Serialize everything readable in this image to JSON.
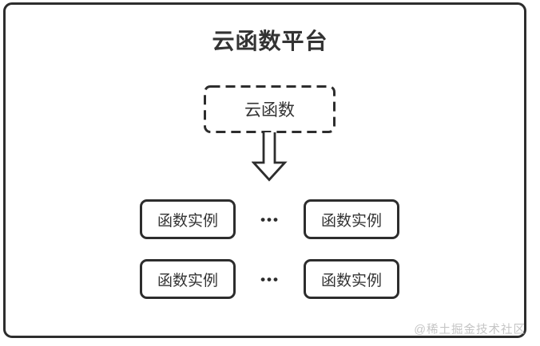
{
  "title": "云函数平台",
  "cloud_function": {
    "label": "云函数"
  },
  "arrow": {
    "icon": "hollow-down-arrow"
  },
  "instances": {
    "rows": [
      {
        "left": "函数实例",
        "dots": "•••",
        "right": "函数实例"
      },
      {
        "left": "函数实例",
        "dots": "•••",
        "right": "函数实例"
      }
    ]
  },
  "watermark": "@稀土掘金技术社区",
  "colors": {
    "line": "#2d2d2d",
    "text": "#333333",
    "watermark_text": "#c5c5c5",
    "background": "#ffffff"
  }
}
